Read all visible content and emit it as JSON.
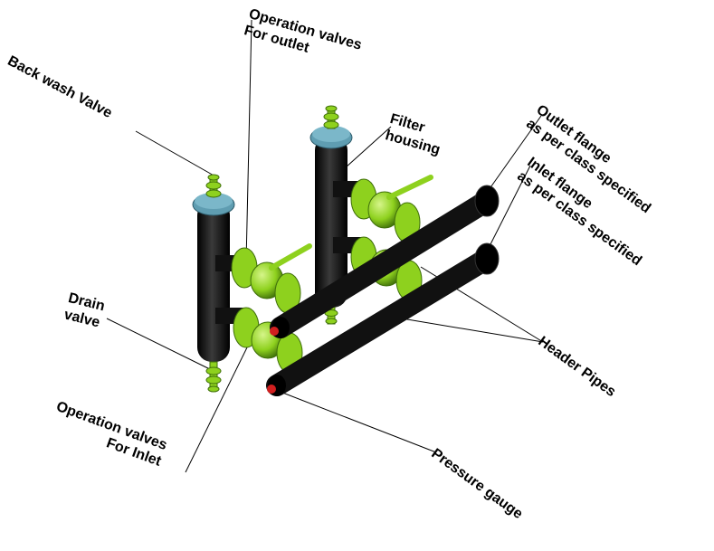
{
  "colors": {
    "pipe": "#111111",
    "valve": "#8ed11e",
    "valve_dark": "#3f6f0a",
    "cap": "#5f9db1",
    "gauge": "#d11f1f",
    "leader": "#000000"
  },
  "labels": {
    "back_wash_valve": "Back wash Valve",
    "operation_valves_outlet": {
      "line1": "Operation valves",
      "line2": "For outlet"
    },
    "filter_housing": {
      "line1": "Filter",
      "line2": "housing"
    },
    "outlet_flange": {
      "line1": "Outlet flange",
      "line2": "as per class specified"
    },
    "inlet_flange": {
      "line1": "Inlet flange",
      "line2": "as per class specified"
    },
    "drain_valve": {
      "line1": "Drain",
      "line2": "valve"
    },
    "header_pipes": "Header Pipes",
    "operation_valves_inlet": {
      "line1": "Operation valves",
      "line2": "For Inlet"
    },
    "pressure_gauge": "Pressure gauge"
  }
}
